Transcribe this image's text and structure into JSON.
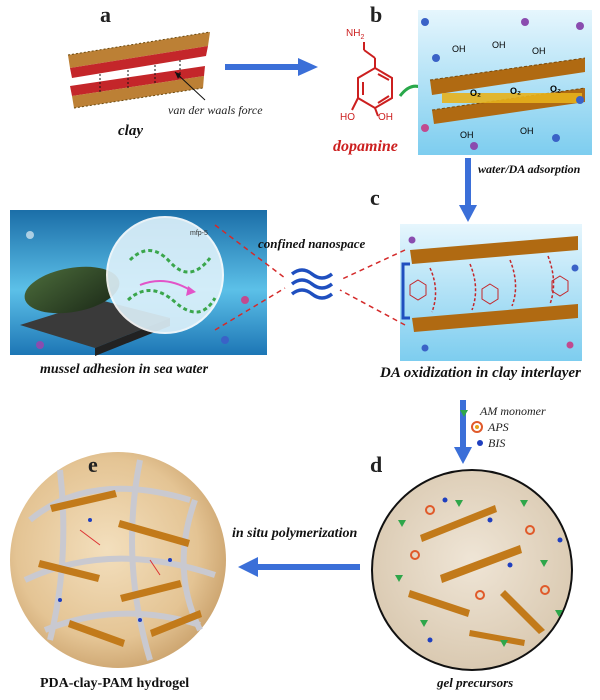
{
  "panels": {
    "a": "a",
    "b": "b",
    "c": "c",
    "d": "d",
    "e": "e"
  },
  "labels": {
    "clay": "clay",
    "vdw": "van der waals force",
    "dopamine": "dopamine",
    "nh2": "NH",
    "nh2_sub": "2",
    "ho": "HO",
    "oh": "OH",
    "water_da": "water/DA adsorption",
    "confined": "confined nanospace",
    "mussel": "mussel adhesion in sea water",
    "da_ox": "DA oxidization in clay interlayer",
    "legend_am": "AM monomer",
    "legend_aps": "APS",
    "legend_bis": "BIS",
    "insitu": "in situ polymerization",
    "gel_precursors": "gel precursors",
    "hydrogel": "PDA-clay-PAM hydrogel",
    "o2": "O₂",
    "mfp": "mfp-5"
  },
  "colors": {
    "arrow": "#3b6fd8",
    "clay_brown": "#b06a12",
    "clay_red": "#c4262a",
    "water_blue": "#8fd3f0",
    "dopamine_red": "#cc1f1f"
  }
}
